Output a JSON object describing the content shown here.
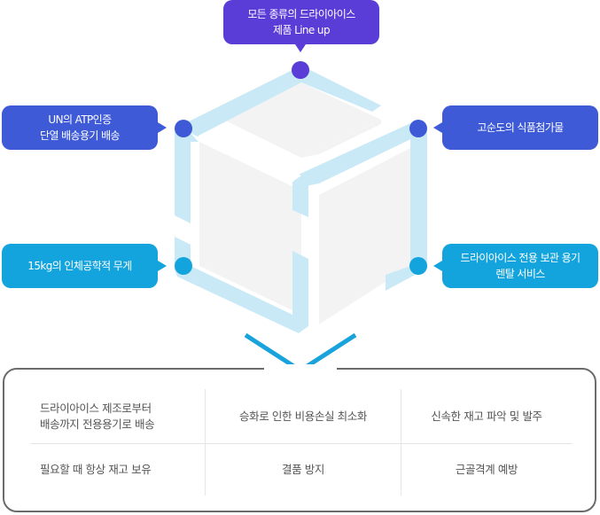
{
  "callouts": {
    "top": {
      "lines": [
        "모든 종류의 드라이아이스",
        "제품 Line up"
      ],
      "color": "#5a3dd6"
    },
    "middle_left": {
      "lines": [
        "UN의 ATP인증",
        "단열 배송용기 배송"
      ],
      "color": "#3e5ad7"
    },
    "middle_right": {
      "lines": [
        "고순도의 식품첨가물"
      ],
      "color": "#3e5ad7"
    },
    "bottom_left": {
      "lines": [
        "15kg의 인체공학적 무게"
      ],
      "color": "#14a4dd"
    },
    "bottom_right": {
      "lines": [
        "드라이아이스 전용 보관 용기",
        "렌탈 서비스"
      ],
      "color": "#14a4dd"
    }
  },
  "cube": {
    "icon": "box-icon",
    "frame_color": "#c9e9f6",
    "face_color": "#f3f3f3",
    "arrow_color": "#19a3dd"
  },
  "benefits": {
    "rows": [
      [
        {
          "lines": [
            "드라이아이스 제조로부터",
            "배송까지 전용용기로 배송"
          ]
        },
        {
          "lines": [
            "승화로 인한 비용손실 최소화"
          ]
        },
        {
          "lines": [
            "신속한 재고 파악 및 발주"
          ]
        }
      ],
      [
        {
          "lines": [
            "필요할 때 항상 재고 보유"
          ]
        },
        {
          "lines": [
            "결품 방지"
          ]
        },
        {
          "lines": [
            "근골격계 예방"
          ]
        }
      ]
    ]
  }
}
